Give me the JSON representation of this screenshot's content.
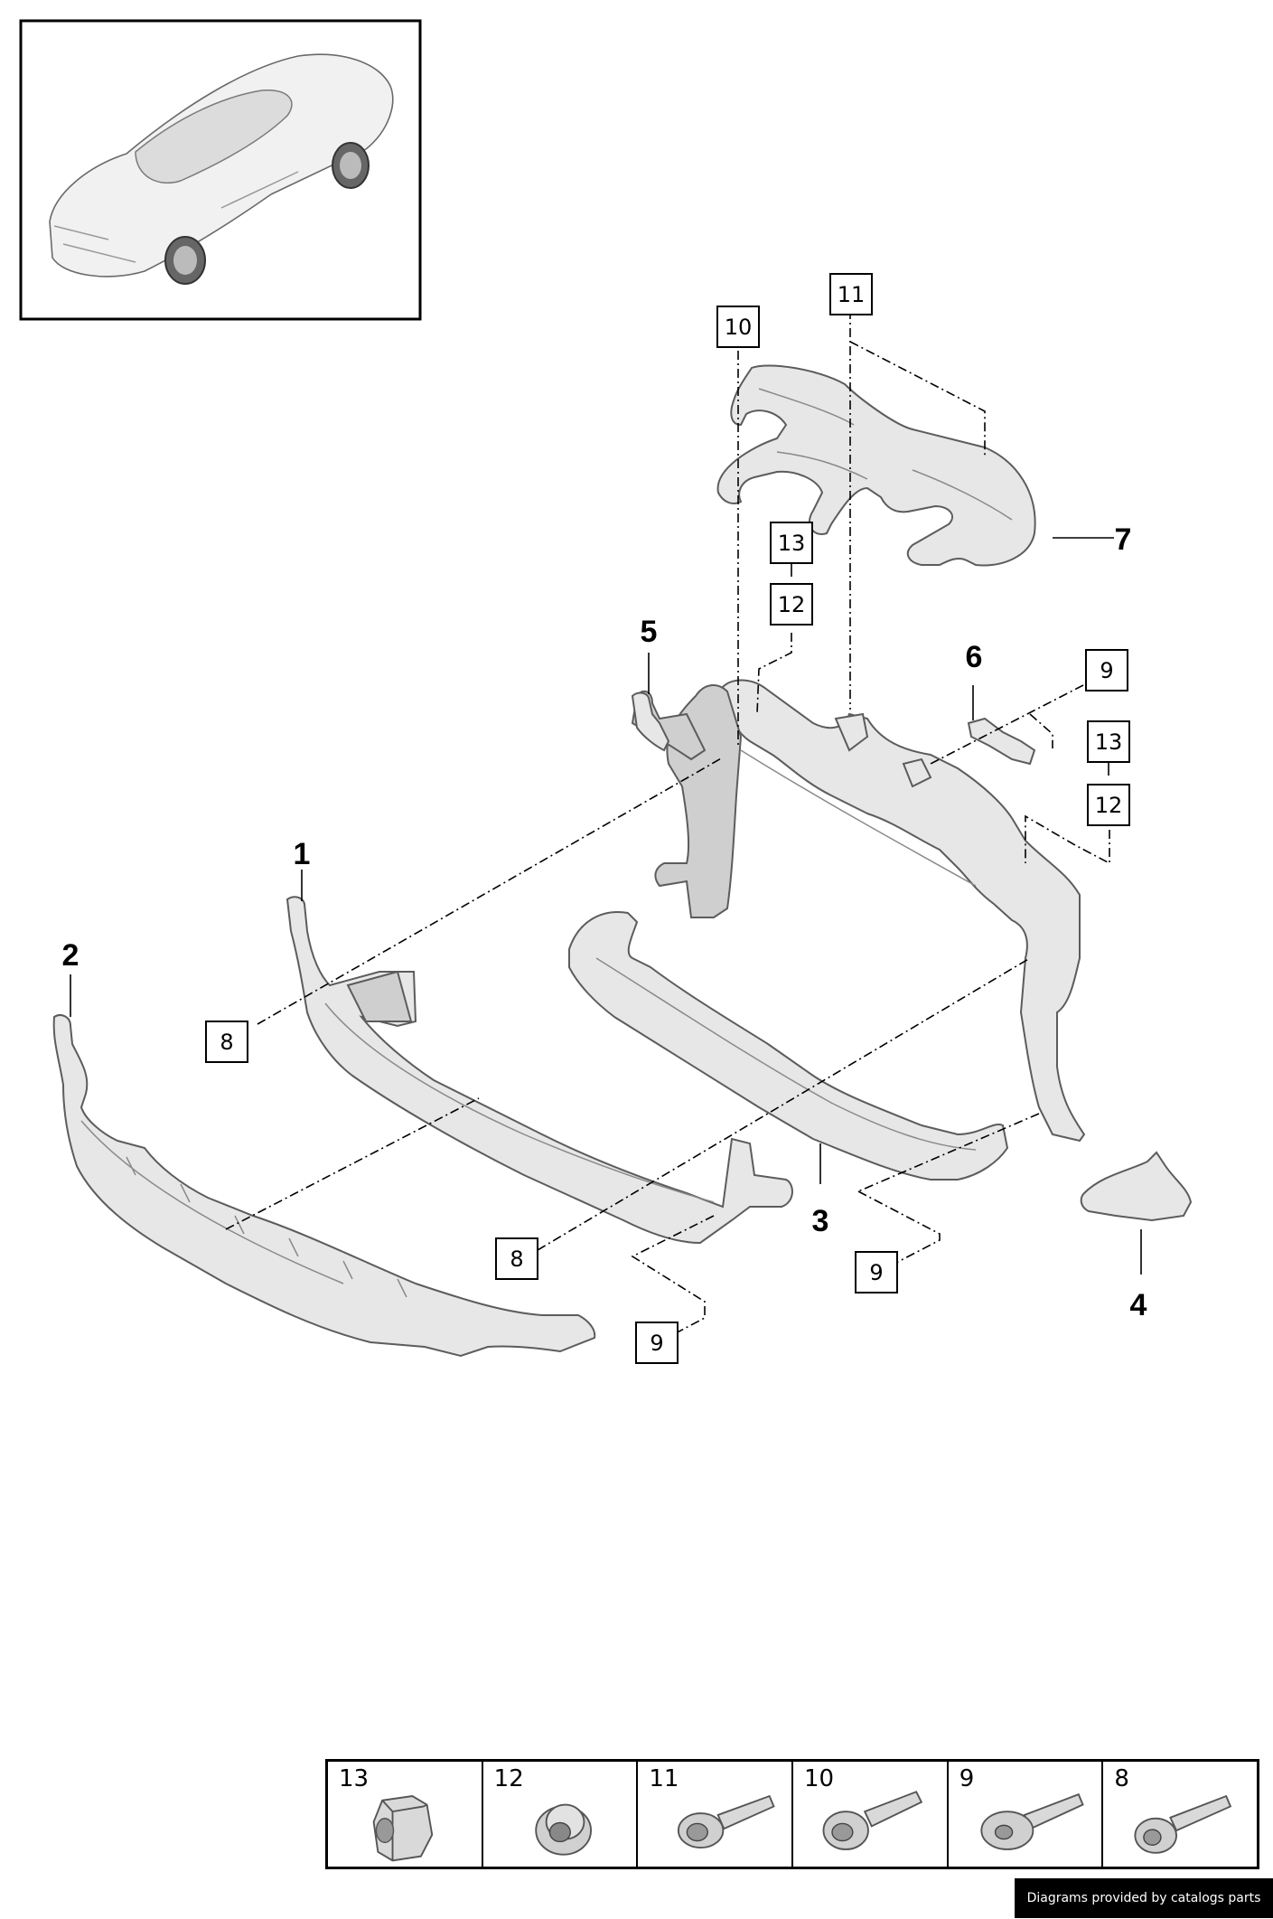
{
  "callouts": {
    "c1": "1",
    "c2": "2",
    "c3": "3",
    "c4": "4",
    "c5": "5",
    "c6": "6",
    "c7": "7",
    "b8a": "8",
    "b8b": "8",
    "b9a": "9",
    "b9b": "9",
    "b9c": "9",
    "b10": "10",
    "b11": "11",
    "b12a": "12",
    "b12b": "12",
    "b13a": "13",
    "b13b": "13"
  },
  "fasteners": [
    {
      "number": "13",
      "icon": "spacer-sleeve-icon"
    },
    {
      "number": "12",
      "icon": "flange-nut-icon"
    },
    {
      "number": "11",
      "icon": "torx-bolt-icon"
    },
    {
      "number": "10",
      "icon": "flange-bolt-icon"
    },
    {
      "number": "9",
      "icon": "pan-head-bolt-icon"
    },
    {
      "number": "8",
      "icon": "hex-flange-bolt-icon"
    }
  ],
  "credit": "Diagrams provided by catalogs parts"
}
